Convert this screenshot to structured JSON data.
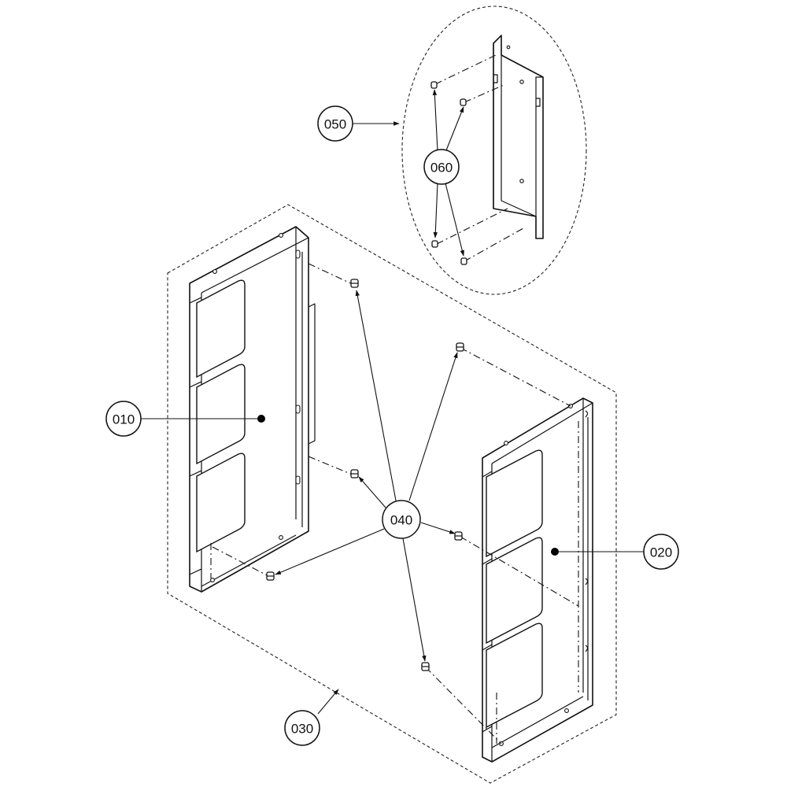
{
  "diagram": {
    "callouts": {
      "c010": "010",
      "c020": "020",
      "c030": "030",
      "c040": "040",
      "c050": "050",
      "c060": "060"
    },
    "colors": {
      "line": "#111111",
      "background": "#ffffff",
      "dot": "#000000"
    },
    "icons": [
      "screw-icon",
      "arrowhead-icon",
      "leader-dot-icon"
    ]
  }
}
